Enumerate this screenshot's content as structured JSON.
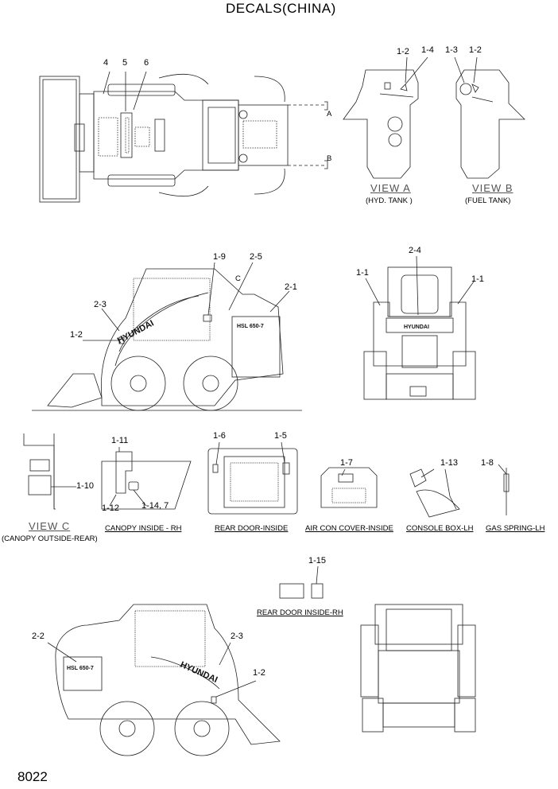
{
  "title": "DECALS(CHINA)",
  "page_number": "8022",
  "callouts": {
    "top_left": [
      "4",
      "5",
      "6"
    ],
    "view_a": [
      "1-2",
      "1-4"
    ],
    "view_b": [
      "1-3",
      "1-2"
    ],
    "side_rh": [
      "1-9",
      "2-5",
      "2-1",
      "2-3",
      "1-2"
    ],
    "rear": [
      "2-4",
      "1-1",
      "1-1"
    ],
    "view_c": "1-10",
    "canopy_inside": [
      "1-11",
      "1-12",
      "1-14, 7"
    ],
    "rear_door": [
      "1-6",
      "1-5"
    ],
    "air_con": "1-7",
    "console": "1-13",
    "gas_spring": "1-8",
    "rear_door_rh": "1-15",
    "side_lh": [
      "2-2",
      "2-3",
      "1-2"
    ]
  },
  "markers": {
    "a": "A",
    "b": "B",
    "c": "C"
  },
  "views": {
    "view_a": {
      "heading": "VIEW A",
      "caption": "(HYD. TANK )"
    },
    "view_b": {
      "heading": "VIEW B",
      "caption": "(FUEL TANK)"
    },
    "view_c": {
      "heading": "VIEW C",
      "caption": "(CANOPY  OUTSIDE-REAR)"
    }
  },
  "captions": {
    "canopy_inside": "CANOPY INSIDE - RH",
    "rear_door_inside": "REAR DOOR-INSIDE",
    "air_con": "AIR CON COVER-INSIDE",
    "console": "CONSOLE BOX-LH",
    "gas_spring": "GAS SPRING-LH",
    "rear_door_rh": "REAR DOOR INSIDE-RH"
  },
  "decal_text": {
    "brand": "HYUNDAI",
    "model": "HSL 650-7"
  }
}
